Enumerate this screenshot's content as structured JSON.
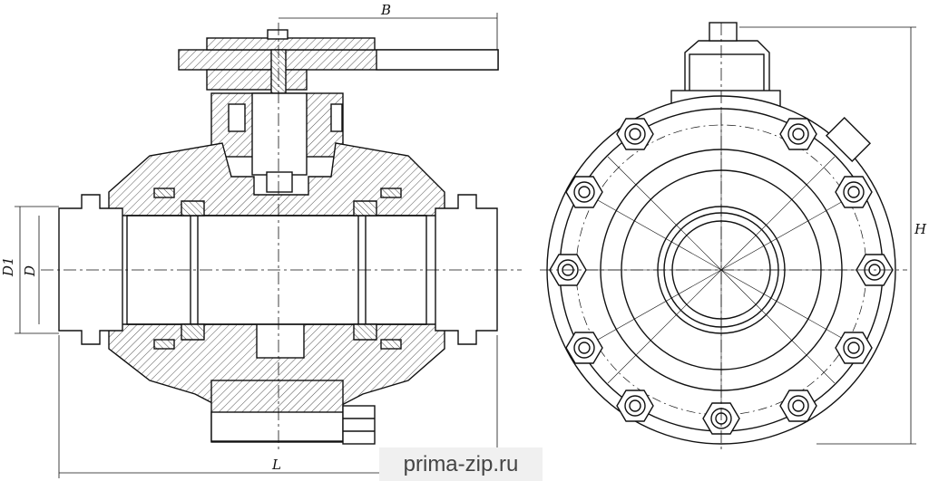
{
  "dimensions": {
    "B": "B",
    "H": "H",
    "L": "L",
    "D1": "D1",
    "D": "D"
  },
  "watermark": "prima-zip.ru",
  "colors": {
    "line": "#111111",
    "hatch": "#555555",
    "watermark_bg": "#f0f0f0",
    "watermark_text": "#444444"
  }
}
